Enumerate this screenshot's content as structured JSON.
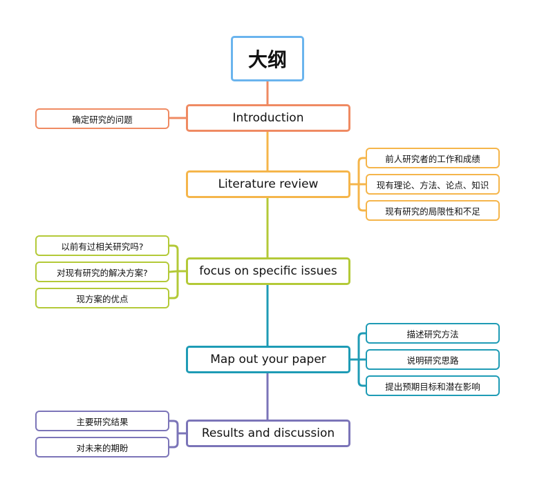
{
  "root": {
    "label": "大纲",
    "color": "#6ab4ee"
  },
  "branches": [
    {
      "label": "Introduction",
      "color": "#ef8a62",
      "side": "left",
      "children": [
        "确定研究的问题"
      ]
    },
    {
      "label": "Literature review",
      "color": "#f5b54a",
      "side": "right",
      "children": [
        "前人研究者的工作和成绩",
        "现有理论、方法、论点、知识",
        "现有研究的局限性和不足"
      ]
    },
    {
      "label": "focus on  specific issues",
      "color": "#b3c937",
      "side": "left",
      "children": [
        "以前有过相关研究吗?",
        "对现有研究的解决方案?",
        "现方案的优点"
      ]
    },
    {
      "label": "Map out your paper",
      "color": "#1e9bb5",
      "side": "right",
      "children": [
        "描述研究方法",
        "说明研究思路",
        "提出预期目标和潜在影响"
      ]
    },
    {
      "label": "Results and discussion",
      "color": "#7b74b8",
      "side": "left",
      "children": [
        "主要研究结果",
        "对未来的期盼"
      ]
    }
  ]
}
